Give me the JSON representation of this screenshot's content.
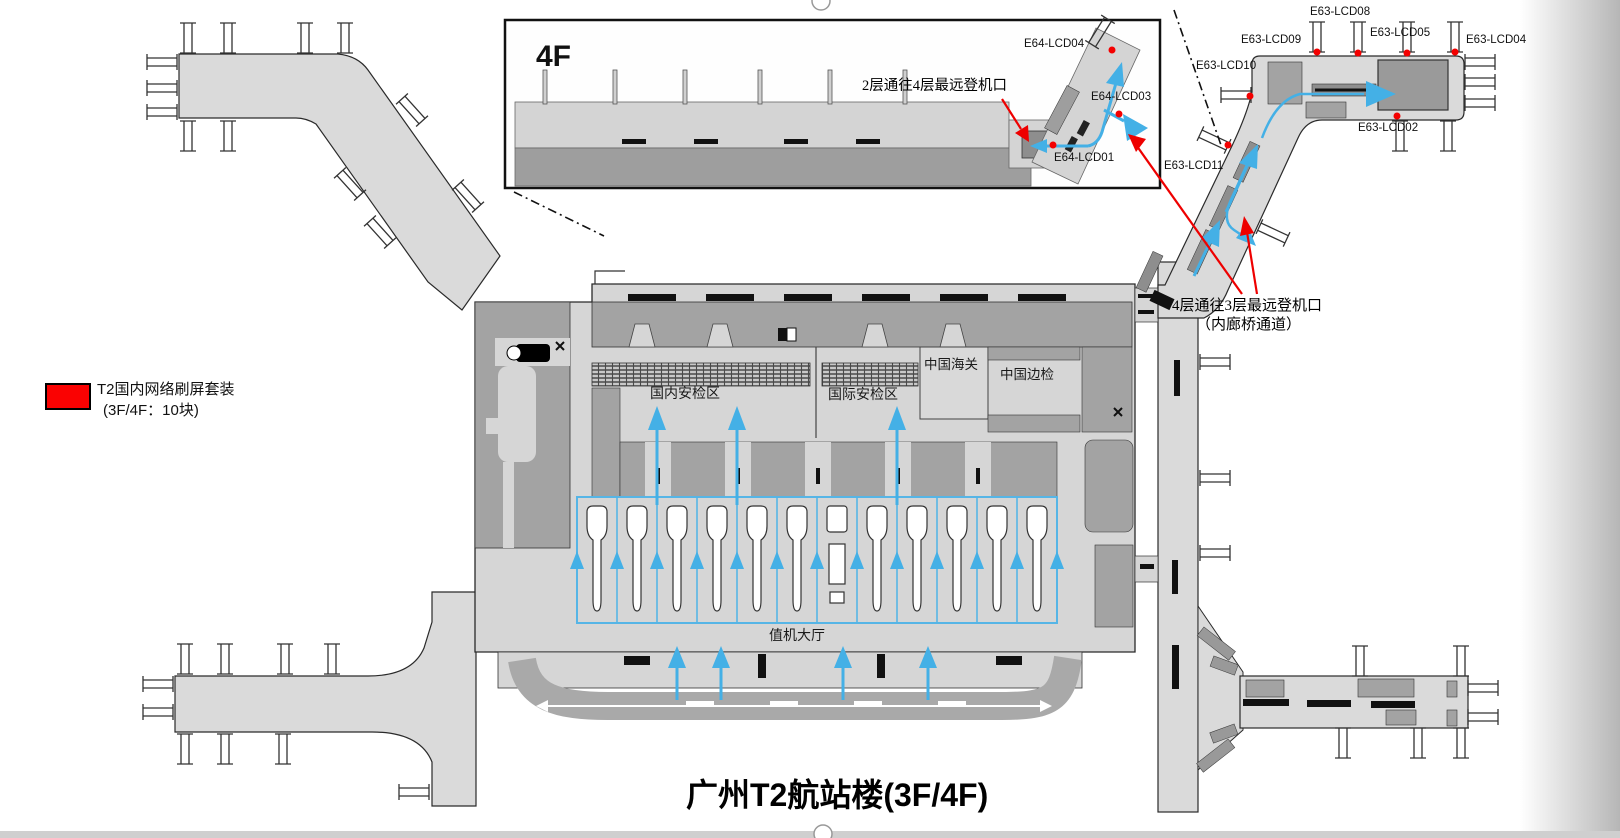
{
  "page": {
    "title": "广州T2航站楼(3F/4F)"
  },
  "legend": {
    "line1": "T2国内网络刷屏套装",
    "line2": "(3F/4F：10块)",
    "swatch_color": "#fa0202"
  },
  "inset": {
    "floor": "4F",
    "annotation": "2层通往4层最远登机口",
    "lcd04": "E64-LCD04",
    "lcd03": "E64-LCD03",
    "lcd01": "E64-LCD01"
  },
  "map": {
    "lcd08": "E63-LCD08",
    "lcd09": "E63-LCD09",
    "lcd05": "E63-LCD05",
    "lcd04": "E63-LCD04",
    "lcd10": "E63-LCD10",
    "lcd02": "E63-LCD02",
    "lcd11": "E63-LCD11",
    "annotation1": "4层通往3层最远登机口",
    "annotation2": "（内廊桥通道）",
    "areas": {
      "domestic_security": "国内安检区",
      "international_security": "国际安检区",
      "customs": "中国海关",
      "border": "中国边检",
      "checkin_hall": "值机大厅"
    }
  },
  "colors": {
    "accent_blue": "#44b0e6",
    "marker_red": "#f40000",
    "terminal_light": "#d6d6d6",
    "terminal_dark": "#a3a3a3"
  }
}
